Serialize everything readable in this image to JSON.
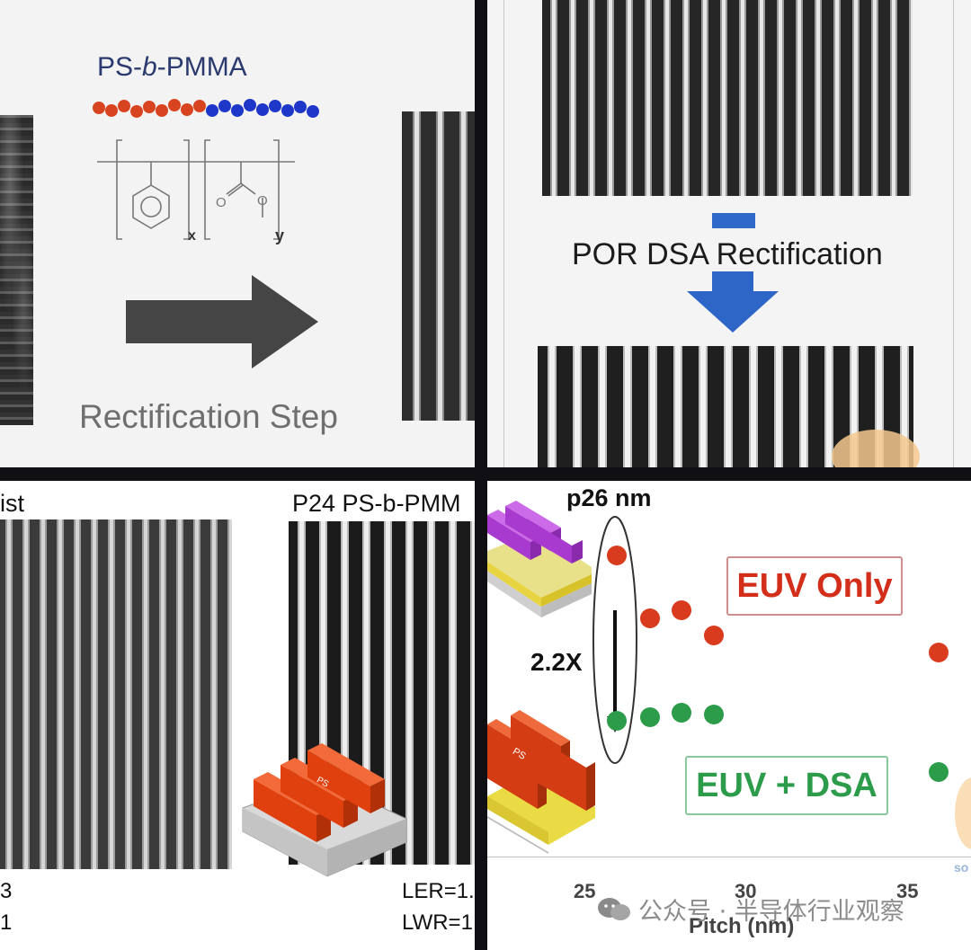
{
  "top_left": {
    "copolymer_label_prefix": "PS-",
    "copolymer_label_italic": "b",
    "copolymer_label_suffix": "-PMMA",
    "subscript_x": "x",
    "subscript_y": "y",
    "step_label": "Rectification Step"
  },
  "top_right": {
    "process_label": "POR DSA Rectification"
  },
  "bottom_left": {
    "left_title": "ist",
    "right_title": "P24 PS-b-PMM",
    "model_label": "PS",
    "left_footer_line1": "3",
    "left_footer_line2": "1",
    "ler_label": "LER=1.",
    "lwr_label": "LWR=1"
  },
  "bottom_right": {
    "pitch_title": "p26 nm",
    "ratio_label": "2.2X",
    "legend_euv": "EUV Only",
    "legend_dsa": "EUV + DSA",
    "xticks": [
      "25",
      "30",
      "35"
    ],
    "xlabel": "Pitch (nm)",
    "corner_text": "so",
    "model_label": "PS",
    "colors": {
      "euv": "#d93b1f",
      "dsa": "#2c9c4b"
    }
  },
  "watermark": {
    "text": "公众号 · 半导体行业观察"
  }
}
